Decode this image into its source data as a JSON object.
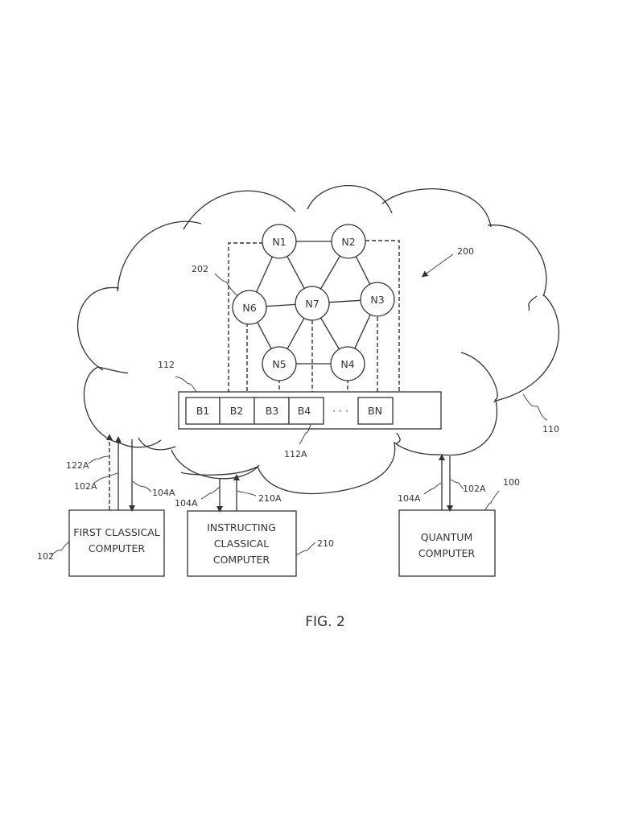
{
  "figure": {
    "caption": "FIG. 2"
  },
  "cloud": {
    "ref": "110"
  },
  "network": {
    "ref": "200",
    "node_ref": "202",
    "nodes": [
      {
        "id": "N1"
      },
      {
        "id": "N2"
      },
      {
        "id": "N3"
      },
      {
        "id": "N4"
      },
      {
        "id": "N5"
      },
      {
        "id": "N6"
      },
      {
        "id": "N7"
      }
    ],
    "edges": [
      [
        "N1",
        "N2"
      ],
      [
        "N1",
        "N6"
      ],
      [
        "N1",
        "N7"
      ],
      [
        "N2",
        "N7"
      ],
      [
        "N2",
        "N3"
      ],
      [
        "N6",
        "N7"
      ],
      [
        "N7",
        "N3"
      ],
      [
        "N6",
        "N5"
      ],
      [
        "N5",
        "N7"
      ],
      [
        "N7",
        "N4"
      ],
      [
        "N3",
        "N4"
      ],
      [
        "N5",
        "N4"
      ]
    ]
  },
  "buffer": {
    "ref": "112",
    "cell_ref": "112A",
    "cells": [
      "B1",
      "B2",
      "B3",
      "B4",
      "BN"
    ],
    "ellipsis": "· · ·"
  },
  "computers": {
    "first_classical": {
      "ref": "102",
      "line1": "FIRST CLASSICAL",
      "line2": "COMPUTER",
      "arrows": {
        "dashed_up": "122A",
        "up": "102A",
        "down": "104A"
      }
    },
    "instructing_classical": {
      "ref": "210",
      "line1": "INSTRUCTING",
      "line2": "CLASSICAL",
      "line3": "COMPUTER",
      "arrows": {
        "down": "104A",
        "up": "210A"
      }
    },
    "quantum": {
      "ref": "100",
      "line1": "QUANTUM",
      "line2": "COMPUTER",
      "arrows": {
        "up": "104A",
        "down": "102A"
      }
    }
  }
}
